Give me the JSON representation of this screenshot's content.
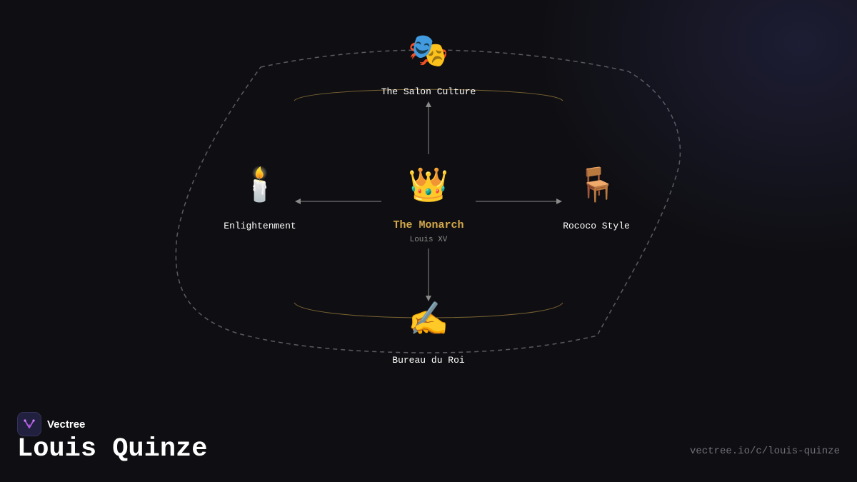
{
  "diagram": {
    "center": {
      "icon": "crown-icon",
      "emoji": "👑",
      "label": "The Monarch",
      "sublabel": "Louis XV"
    },
    "nodes": {
      "top": {
        "icon": "performing-arts-icon",
        "emoji": "🎭",
        "label": "The Salon Culture"
      },
      "left": {
        "icon": "candle-icon",
        "emoji": "🕯️",
        "label": "Enlightenment"
      },
      "right": {
        "icon": "chair-icon",
        "emoji": "🪑",
        "label": "Rococo Style"
      },
      "bottom": {
        "icon": "writing-hand-icon",
        "emoji": "✍️",
        "label": "Bureau du Roi"
      }
    },
    "colors": {
      "accent": "#d4a94a",
      "arrow": "#8a8a8a",
      "outline": "#5a5a62"
    }
  },
  "footer": {
    "brand_name": "Vectree",
    "title": "Louis Quinze",
    "url": "vectree.io/c/louis-quinze"
  }
}
